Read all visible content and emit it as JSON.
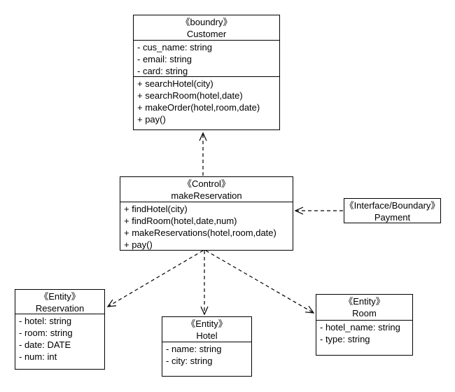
{
  "diagram": {
    "kind": "uml-class-diagram",
    "colors": {
      "background": "#ffffff",
      "box_fill": "#ffffff",
      "stroke": "#000000",
      "text": "#000000"
    }
  },
  "classes": [
    {
      "id": "customer",
      "stereotype": "《boundry》",
      "name": "Customer",
      "attributes": [
        "- cus_name: string",
        "- email: string",
        "- card: string"
      ],
      "methods": [
        "+ searchHotel(city)",
        "+ searchRoom(hotel,date)",
        "+ makeOrder(hotel,room,date)",
        "+ pay()"
      ]
    },
    {
      "id": "makeReservation",
      "stereotype": "《Control》",
      "name": "makeReservation",
      "attributes": [],
      "methods": [
        "+ findHotel(city)",
        "+ findRoom(hotel,date,num)",
        "+ makeReservations(hotel,room,date)",
        "+ pay()"
      ]
    },
    {
      "id": "payment",
      "stereotype": "《Interface/Boundary》",
      "name": "Payment",
      "attributes": [],
      "methods": []
    },
    {
      "id": "reservation",
      "stereotype": "《Entity》",
      "name": "Reservation",
      "attributes": [
        "- hotel: string",
        "- room: string",
        "- date: DATE",
        "- num: int"
      ],
      "methods": []
    },
    {
      "id": "hotel",
      "stereotype": "《Entity》",
      "name": "Hotel",
      "attributes": [
        "- name: string",
        "- city: string"
      ],
      "methods": []
    },
    {
      "id": "room",
      "stereotype": "《Entity》",
      "name": "Room",
      "attributes": [
        "- hotel_name: string",
        "- type: string"
      ],
      "methods": []
    }
  ],
  "connectors": [
    {
      "from": "makeReservation",
      "to": "Customer",
      "style": "dashed",
      "arrowhead": "open"
    },
    {
      "from": "Payment",
      "to": "makeReservation",
      "style": "dashed",
      "arrowhead": "open"
    },
    {
      "from": "makeReservation",
      "to": "Reservation",
      "style": "dashed",
      "arrowhead": "open"
    },
    {
      "from": "makeReservation",
      "to": "Hotel",
      "style": "dashed",
      "arrowhead": "open"
    },
    {
      "from": "makeReservation",
      "to": "Room",
      "style": "dashed",
      "arrowhead": "open"
    }
  ]
}
